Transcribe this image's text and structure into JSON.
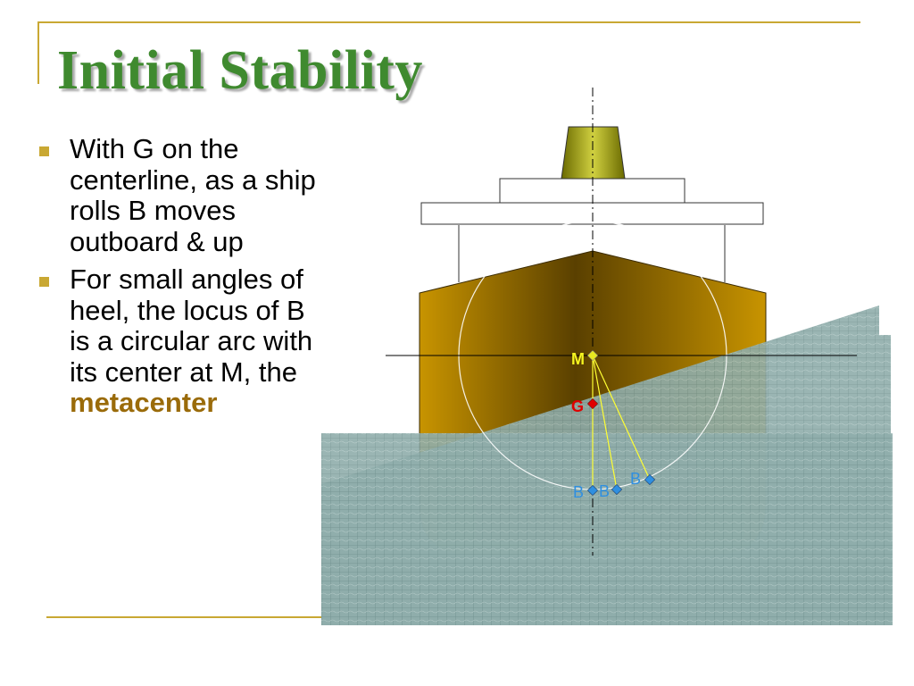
{
  "slide": {
    "title": "Initial Stability",
    "bullets": [
      {
        "text": "With G on the centerline, as a ship rolls B moves outboard & up"
      },
      {
        "text_before": "For small angles of heel, the locus of B is a circular arc with its center at M, the ",
        "emphasis": "metacenter"
      }
    ]
  },
  "diagram": {
    "labels": {
      "metacenter": "M",
      "center_of_gravity": "G",
      "buoyancy_left": "B",
      "buoyancy_center": "B",
      "buoyancy_right": "B"
    },
    "colors": {
      "title": "#3f8a2f",
      "accent_rule": "#c9a833",
      "hull": "#a87800",
      "funnel": "#8a8a10",
      "water": "#8aa8a8",
      "metacenter_marker": "#e8e820",
      "gravity_marker": "#e00000",
      "buoyancy_marker": "#2f8fe0",
      "emphasis_text": "#9a6b0a"
    }
  }
}
